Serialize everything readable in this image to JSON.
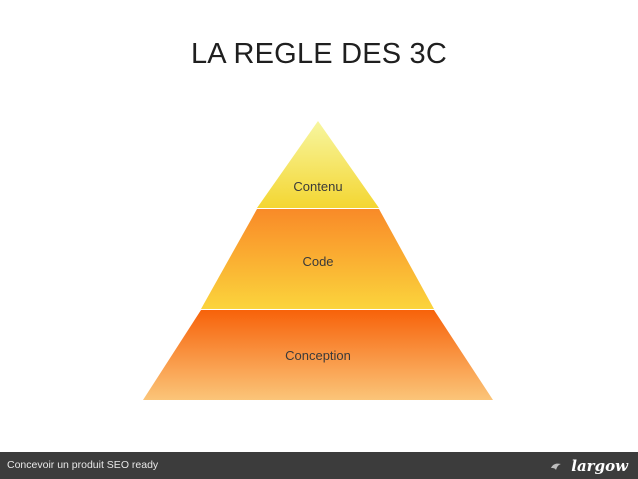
{
  "slide": {
    "title": "LA REGLE DES 3C"
  },
  "pyramid": {
    "layers": [
      {
        "label": "Contenu",
        "color_top": "#f6f59a",
        "color_bottom": "#f3d83a"
      },
      {
        "label": "Code",
        "color_top": "#f98c2c",
        "color_bottom": "#fcd63a"
      },
      {
        "label": "Conception",
        "color_top": "#f8650c",
        "color_bottom": "#fcc77a"
      }
    ]
  },
  "footer": {
    "text": "Concevoir un produit SEO ready",
    "brand": "largow",
    "background": "#3c3c3c"
  }
}
